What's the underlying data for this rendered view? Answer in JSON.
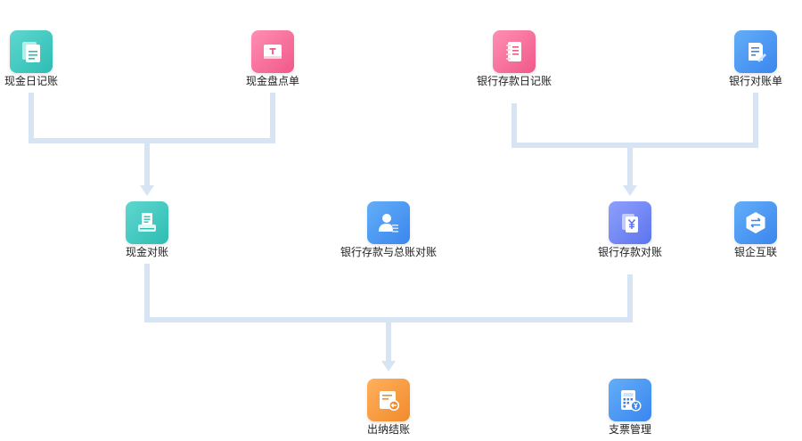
{
  "nodes": {
    "cash_journal": "现金日记账",
    "cash_count_sheet": "现金盘点单",
    "bank_deposit_journal": "银行存款日记账",
    "bank_statement": "银行对账单",
    "cash_reconciliation": "现金对账",
    "bank_deposit_general_ledger_reconciliation": "银行存款与总账对账",
    "bank_deposit_reconciliation": "银行存款对账",
    "bank_enterprise_link": "银企互联",
    "cashier_closing": "出纳结账",
    "check_management": "支票管理"
  },
  "colors": {
    "connector": "#d6e4f3",
    "teal": "#36c3b9",
    "pink": "#f4689a",
    "blue": "#4592f2",
    "violet": "#6b82f3",
    "orange": "#f5993e"
  },
  "icons": {
    "cash_journal": "document-icon",
    "cash_count_sheet": "ticket-icon",
    "bank_deposit_journal": "notebook-icon",
    "bank_statement": "edit-document-icon",
    "cash_reconciliation": "printer-icon",
    "bank_deposit_general_ledger_reconciliation": "user-list-icon",
    "bank_deposit_reconciliation": "yuan-document-icon",
    "bank_enterprise_link": "exchange-icon",
    "cashier_closing": "document-return-icon",
    "check_management": "calculator-yuan-icon"
  }
}
